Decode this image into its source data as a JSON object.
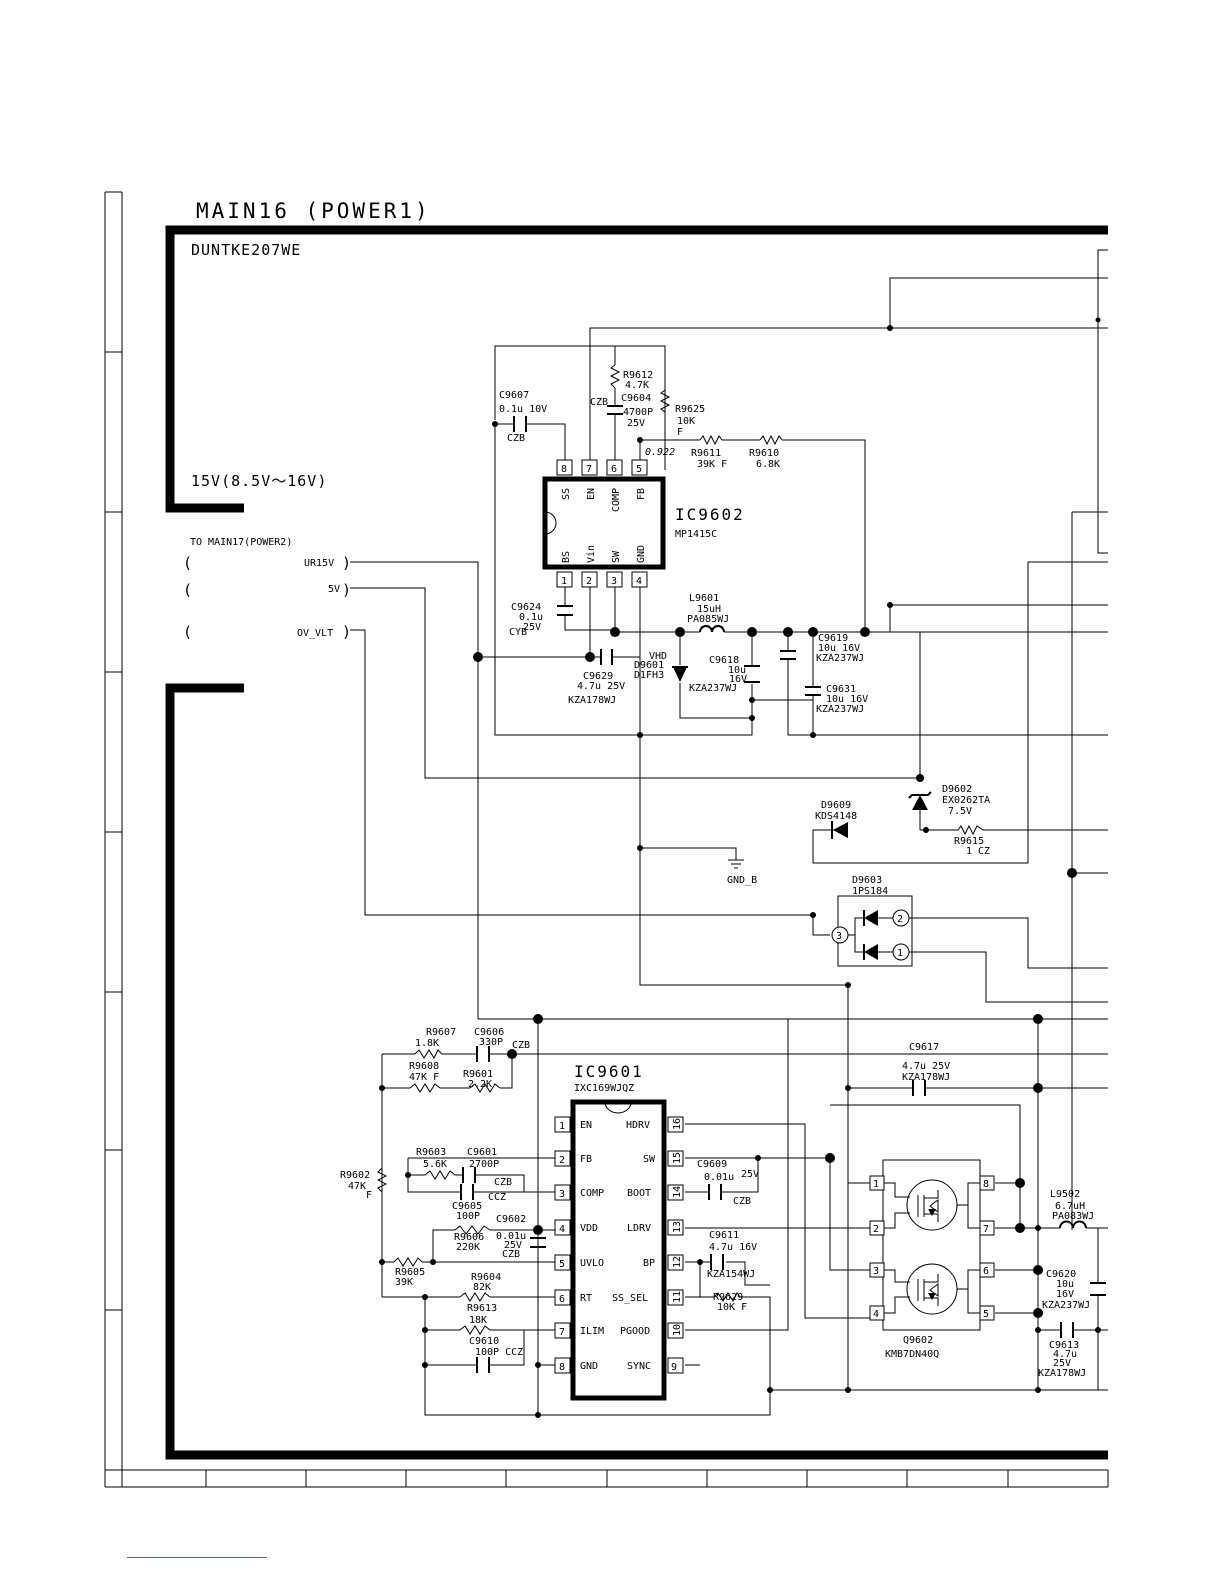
{
  "title": "MAIN16  (POWER1)",
  "board": "DUNTKE207WE",
  "voltage_range": "15V(8.5V～16V)",
  "connector": {
    "label": "TO MAIN17(POWER2)",
    "ur15v": "UR15V",
    "v5": "5V",
    "ov_vlt": "OV_VLT"
  },
  "ic9602": {
    "name": "IC9602",
    "part": "MP1415C",
    "pins_top": [
      {
        "num": "8",
        "label": "SS"
      },
      {
        "num": "7",
        "label": "EN"
      },
      {
        "num": "6",
        "label": "COMP"
      },
      {
        "num": "5",
        "label": "FB"
      }
    ],
    "pins_bottom": [
      {
        "num": "1",
        "label": "BS"
      },
      {
        "num": "2",
        "label": "Vin"
      },
      {
        "num": "3",
        "label": "SW"
      },
      {
        "num": "4",
        "label": "GND"
      }
    ]
  },
  "ic9601": {
    "name": "IC9601",
    "part": "IXC169WJQZ",
    "pins_left": [
      {
        "num": "1",
        "label": "EN"
      },
      {
        "num": "2",
        "label": "FB"
      },
      {
        "num": "3",
        "label": "COMP"
      },
      {
        "num": "4",
        "label": "VDD"
      },
      {
        "num": "5",
        "label": "UVLO"
      },
      {
        "num": "6",
        "label": "RT"
      },
      {
        "num": "7",
        "label": "ILIM"
      },
      {
        "num": "8",
        "label": "GND"
      }
    ],
    "pins_right": [
      {
        "num": "16",
        "label": "HDRV"
      },
      {
        "num": "15",
        "label": "SW"
      },
      {
        "num": "14",
        "label": "BOOT"
      },
      {
        "num": "13",
        "label": "LDRV"
      },
      {
        "num": "12",
        "label": "BP"
      },
      {
        "num": "11",
        "label": "SS_SEL"
      },
      {
        "num": "10",
        "label": "PGOOD"
      },
      {
        "num": "9",
        "label": "SYNC"
      }
    ]
  },
  "q9602": {
    "name": "Q9602",
    "part": "KMB7DN40Q",
    "pins": [
      "1",
      "2",
      "3",
      "4",
      "8",
      "7",
      "6",
      "5"
    ]
  },
  "d9603": {
    "name": "D9603",
    "part": "1PS184",
    "pins": [
      "3",
      "2",
      "1"
    ]
  },
  "labels": {
    "c9607": [
      "C9607",
      "0.1u  10V",
      "CZB"
    ],
    "r9612": [
      "R9612",
      "4.7K"
    ],
    "c9604": [
      "CZB",
      "C9604",
      "4700P",
      "25V"
    ],
    "r9625": [
      "R9625",
      "10K",
      "F"
    ],
    "fb_v": "0.922",
    "r9611": [
      "R9611",
      "39K  F"
    ],
    "r9610": [
      "R9610",
      "6.8K"
    ],
    "c9624": [
      "C9624",
      "0.1u",
      "25V",
      "CYB"
    ],
    "l9601": [
      "L9601",
      "15uH",
      "PA085WJ"
    ],
    "c9619": [
      "C9619",
      "10u 16V",
      "KZA237WJ"
    ],
    "vhd": "VHD",
    "d9601": [
      "D9601",
      "D1FH3"
    ],
    "c9618": [
      "C9618",
      "10u",
      "16V",
      "KZA237WJ"
    ],
    "c9629": [
      "C9629",
      "4.7u 25V",
      "KZA178WJ"
    ],
    "c9631": [
      "C9631",
      "10u 16V",
      "KZA237WJ"
    ],
    "d9602": [
      "D9602",
      "EX0262TA",
      "7.5V"
    ],
    "d9609": [
      "D9609",
      "KDS4148"
    ],
    "r9615": [
      "R9615",
      "1 CZ"
    ],
    "gnd_b": "GND_B",
    "r9607": [
      "R9607",
      "1.8K"
    ],
    "c9606": [
      "C9606",
      "330P",
      "CZB"
    ],
    "r9608": [
      "R9608",
      "47K F"
    ],
    "r9601": [
      "R9601",
      "2.2K"
    ],
    "c9617": [
      "C9617",
      "4.7u 25V",
      "KZA178WJ"
    ],
    "r9603": [
      "R9603",
      "5.6K"
    ],
    "c9601": [
      "C9601",
      "2700P",
      "CZB"
    ],
    "r9602": [
      "R9602",
      "47K",
      "F"
    ],
    "ccz": "CCZ",
    "c9605": [
      "C9605",
      "100P"
    ],
    "r9606": [
      "R9606",
      "220K"
    ],
    "c9602": [
      "C9602",
      "0.01u",
      "25V",
      "CZB"
    ],
    "r9605": [
      "R9605",
      "39K"
    ],
    "r9604": [
      "R9604",
      "82K"
    ],
    "r9613": [
      "R9613",
      "18K"
    ],
    "c9610": [
      "C9610",
      "100P  CCZ"
    ],
    "c9609": [
      "C9609",
      "0.01u",
      "25V",
      "CZB"
    ],
    "c9611": [
      "C9611",
      "4.7u 16V",
      "KZA154WJ"
    ],
    "r9629": [
      "R9629",
      "10K F"
    ],
    "l9502": [
      "L9502",
      "6.7uH",
      "PA083WJ"
    ],
    "c9620": [
      "C9620",
      "10u",
      "16V",
      "KZA237WJ"
    ],
    "c9613": [
      "C9613",
      "4.7u",
      "25V",
      "KZA178WJ"
    ]
  }
}
